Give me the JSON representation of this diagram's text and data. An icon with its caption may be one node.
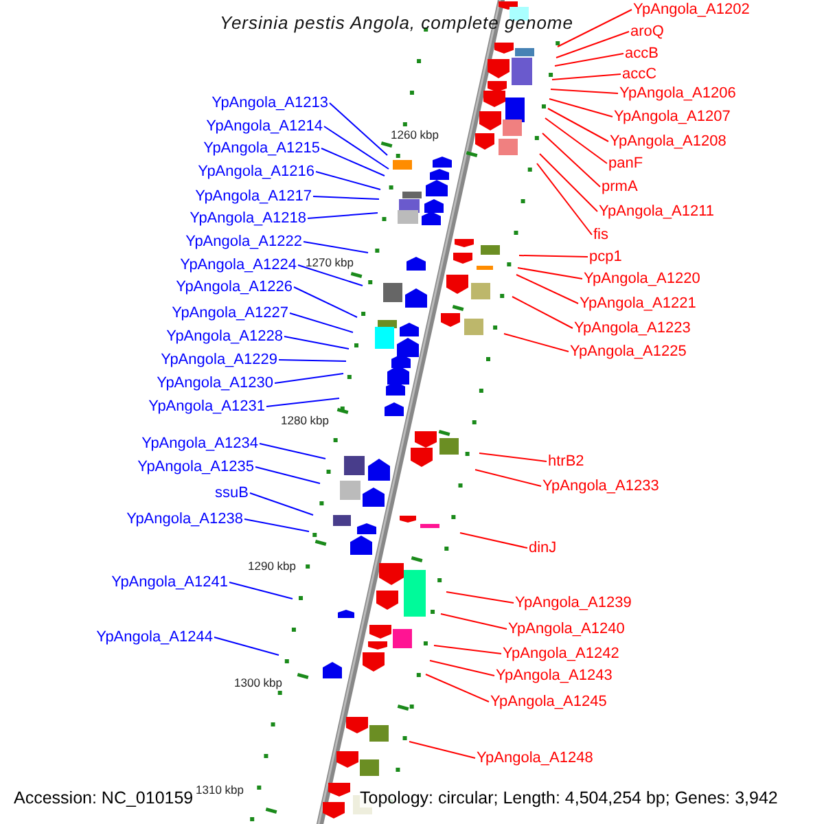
{
  "diagram": {
    "title": "Yersinia pestis Angola, complete genome",
    "nodes": [
      {
        "text": [
          "YpAngola_A1213"
        ]
      },
      {
        "text": [
          "YpAngola_A1214"
        ]
      },
      {
        "text": [
          "YpAngola_A1215"
        ]
      },
      {
        "text": [
          "YpAngola_A1216"
        ]
      },
      {
        "text": [
          "YpAngola_A1217"
        ]
      },
      {
        "text": [
          "YpAngola_A1218"
        ]
      },
      {
        "text": [
          "YpAngola_A1222"
        ]
      },
      {
        "text": [
          "YpAngola_A1224"
        ]
      },
      {
        "text": [
          "YpAngola_A1226"
        ]
      },
      {
        "text": [
          "YpAngola_A1227"
        ]
      },
      {
        "text": [
          "YpAngola_A1228"
        ]
      },
      {
        "text": [
          "YpAngola_A1229"
        ]
      },
      {
        "text": [
          "YpAngola_A1230"
        ]
      },
      {
        "text": [
          "YpAngola_A1231"
        ]
      },
      {
        "text": [
          "YpAngola_A1234"
        ]
      },
      {
        "text": [
          "YpAngola_A1235"
        ]
      },
      {
        "text": [
          "ssuB"
        ]
      },
      {
        "text": [
          "YpAngola_A1238"
        ]
      },
      {
        "text": [
          "YpAngola_A1241"
        ]
      },
      {
        "text": [
          "YpAngola_A1244"
        ]
      },
      {
        "text": [
          "YpAngola_A1202"
        ]
      },
      {
        "text": [
          "aroQ"
        ]
      },
      {
        "text": [
          "accB"
        ]
      },
      {
        "text": [
          "accC"
        ]
      },
      {
        "text": [
          "YpAngola_A1206"
        ]
      },
      {
        "text": [
          "YpAngola_A1207"
        ]
      },
      {
        "text": [
          "YpAngola_A1208"
        ]
      },
      {
        "text": [
          "panF"
        ]
      },
      {
        "text": [
          "prmA"
        ]
      },
      {
        "text": [
          "YpAngola_A1211"
        ]
      },
      {
        "text": [
          "fis"
        ]
      },
      {
        "text": [
          "pcp1"
        ]
      },
      {
        "text": [
          "YpAngola_A1220"
        ]
      },
      {
        "text": [
          "YpAngola_A1221"
        ]
      },
      {
        "text": [
          "YpAngola_A1223"
        ]
      },
      {
        "text": [
          "YpAngola_A1225"
        ]
      },
      {
        "text": [
          "htrB2"
        ]
      },
      {
        "text": [
          "YpAngola_A1233"
        ]
      },
      {
        "text": [
          "dinJ"
        ]
      },
      {
        "text": [
          "YpAngola_A1239"
        ]
      },
      {
        "text": [
          "YpAngola_A1240"
        ]
      },
      {
        "text": [
          "YpAngola_A1242"
        ]
      },
      {
        "text": [
          "YpAngola_A1243"
        ]
      },
      {
        "text": [
          "YpAngola_A1245"
        ]
      },
      {
        "text": [
          "YpAngola_A1248"
        ]
      }
    ],
    "edges": [
      {
        "from": 0,
        "to": null,
        "arrow": "none",
        "color": "#0000ff"
      },
      {
        "from": 1,
        "to": null,
        "arrow": "none",
        "color": "#0000ff"
      },
      {
        "from": 2,
        "to": null,
        "arrow": "none",
        "color": "#0000ff"
      },
      {
        "from": 3,
        "to": null,
        "arrow": "none",
        "color": "#0000ff"
      },
      {
        "from": 4,
        "to": null,
        "arrow": "none",
        "color": "#0000ff"
      },
      {
        "from": 5,
        "to": null,
        "arrow": "none",
        "color": "#0000ff"
      },
      {
        "from": 6,
        "to": null,
        "arrow": "none",
        "color": "#0000ff"
      },
      {
        "from": 7,
        "to": null,
        "arrow": "none",
        "color": "#0000ff"
      },
      {
        "from": 8,
        "to": null,
        "arrow": "none",
        "color": "#0000ff"
      },
      {
        "from": 9,
        "to": null,
        "arrow": "none",
        "color": "#0000ff"
      },
      {
        "from": 10,
        "to": null,
        "arrow": "none",
        "color": "#0000ff"
      },
      {
        "from": 11,
        "to": null,
        "arrow": "none",
        "color": "#0000ff"
      },
      {
        "from": 12,
        "to": null,
        "arrow": "none",
        "color": "#0000ff"
      },
      {
        "from": 13,
        "to": null,
        "arrow": "none",
        "color": "#0000ff"
      },
      {
        "from": 14,
        "to": null,
        "arrow": "none",
        "color": "#0000ff"
      },
      {
        "from": 15,
        "to": null,
        "arrow": "none",
        "color": "#0000ff"
      },
      {
        "from": 16,
        "to": null,
        "arrow": "none",
        "color": "#0000ff"
      },
      {
        "from": 17,
        "to": null,
        "arrow": "none",
        "color": "#0000ff"
      },
      {
        "from": 18,
        "to": null,
        "arrow": "none",
        "color": "#0000ff"
      },
      {
        "from": 19,
        "to": null,
        "arrow": "none",
        "color": "#0000ff"
      },
      {
        "from": 20,
        "to": null,
        "arrow": "none",
        "color": "#ff0000"
      },
      {
        "from": 21,
        "to": null,
        "arrow": "none",
        "color": "#ff0000"
      },
      {
        "from": 22,
        "to": null,
        "arrow": "none",
        "color": "#ff0000"
      },
      {
        "from": 23,
        "to": null,
        "arrow": "none",
        "color": "#ff0000"
      },
      {
        "from": 24,
        "to": null,
        "arrow": "none",
        "color": "#ff0000"
      },
      {
        "from": 25,
        "to": null,
        "arrow": "none",
        "color": "#ff0000"
      },
      {
        "from": 26,
        "to": null,
        "arrow": "none",
        "color": "#ff0000"
      },
      {
        "from": 27,
        "to": null,
        "arrow": "none",
        "color": "#ff0000"
      },
      {
        "from": 28,
        "to": null,
        "arrow": "none",
        "color": "#ff0000"
      },
      {
        "from": 29,
        "to": null,
        "arrow": "none",
        "color": "#ff0000"
      },
      {
        "from": 30,
        "to": null,
        "arrow": "none",
        "color": "#ff0000"
      },
      {
        "from": 31,
        "to": null,
        "arrow": "none",
        "color": "#ff0000"
      },
      {
        "from": 32,
        "to": null,
        "arrow": "none",
        "color": "#ff0000"
      },
      {
        "from": 33,
        "to": null,
        "arrow": "none",
        "color": "#ff0000"
      },
      {
        "from": 34,
        "to": null,
        "arrow": "none",
        "color": "#ff0000"
      },
      {
        "from": 35,
        "to": null,
        "arrow": "none",
        "color": "#ff0000"
      },
      {
        "from": 36,
        "to": null,
        "arrow": "none",
        "color": "#ff0000"
      },
      {
        "from": 37,
        "to": null,
        "arrow": "none",
        "color": "#ff0000"
      },
      {
        "from": 38,
        "to": null,
        "arrow": "none",
        "color": "#ff0000"
      },
      {
        "from": 39,
        "to": null,
        "arrow": "none",
        "color": "#ff0000"
      },
      {
        "from": 40,
        "to": null,
        "arrow": "none",
        "color": "#ff0000"
      },
      {
        "from": 41,
        "to": null,
        "arrow": "none",
        "color": "#ff0000"
      },
      {
        "from": 42,
        "to": null,
        "arrow": "none",
        "color": "#ff0000"
      },
      {
        "from": 43,
        "to": null,
        "arrow": "none",
        "color": "#ff0000"
      },
      {
        "from": 44,
        "to": null,
        "arrow": "none",
        "color": "#ff0000"
      }
    ],
    "labels": [
      "1260 kbp",
      "1270 kbp",
      "1280 kbp",
      "1290 kbp",
      "1300 kbp",
      "1310 kbp",
      "Accession: NC_010159",
      "Topology: circular; Length: 4,504,254 bp; Genes: 3,942"
    ]
  }
}
